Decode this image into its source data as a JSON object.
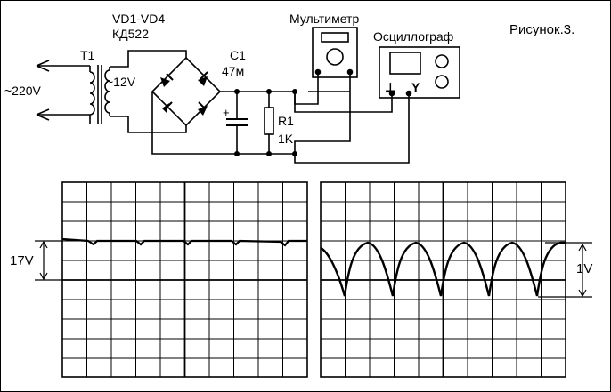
{
  "figure_label": "Рисунок.3.",
  "circuit": {
    "mains_voltage": "~220V",
    "transformer_label": "T1",
    "secondary_voltage": "~12V",
    "diodes_label": "VD1-VD4",
    "diodes_type": "КД522",
    "capacitor_label": "C1",
    "capacitor_value": "47м",
    "resistor_label": "R1",
    "resistor_value": "1K",
    "capacitor_plus": "+",
    "multimeter_label": "Мультиметр",
    "oscilloscope_label": "Осциллограф",
    "scope_ground_symbol": "⊥",
    "scope_y_symbol": "Y"
  },
  "oscillograms": {
    "left_amplitude": "17V",
    "right_amplitude": "1V"
  }
}
